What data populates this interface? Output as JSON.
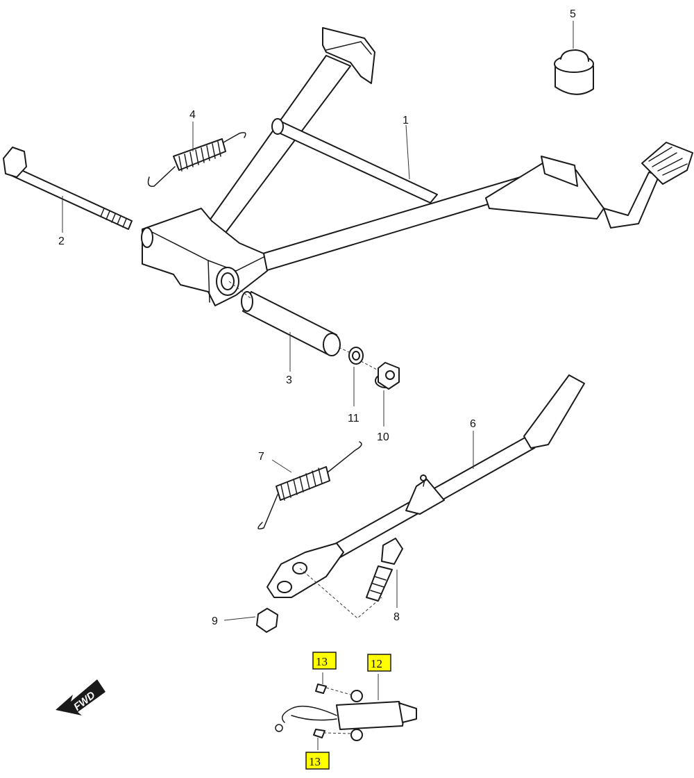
{
  "diagram": {
    "labels": [
      {
        "id": "1",
        "text": "1"
      },
      {
        "id": "2",
        "text": "2"
      },
      {
        "id": "3",
        "text": "3"
      },
      {
        "id": "4",
        "text": "4"
      },
      {
        "id": "5",
        "text": "5"
      },
      {
        "id": "6",
        "text": "6"
      },
      {
        "id": "7",
        "text": "7"
      },
      {
        "id": "8",
        "text": "8"
      },
      {
        "id": "9",
        "text": "9"
      },
      {
        "id": "10",
        "text": "10"
      },
      {
        "id": "11",
        "text": "11"
      }
    ],
    "boxed_labels": [
      {
        "id": "12",
        "text": "12"
      },
      {
        "id": "13a",
        "text": "13"
      },
      {
        "id": "13b",
        "text": "13"
      }
    ],
    "direction_arrow": {
      "text": "FWD"
    },
    "colors": {
      "highlight": "#ffff00",
      "line": "#1a1a1a"
    }
  }
}
